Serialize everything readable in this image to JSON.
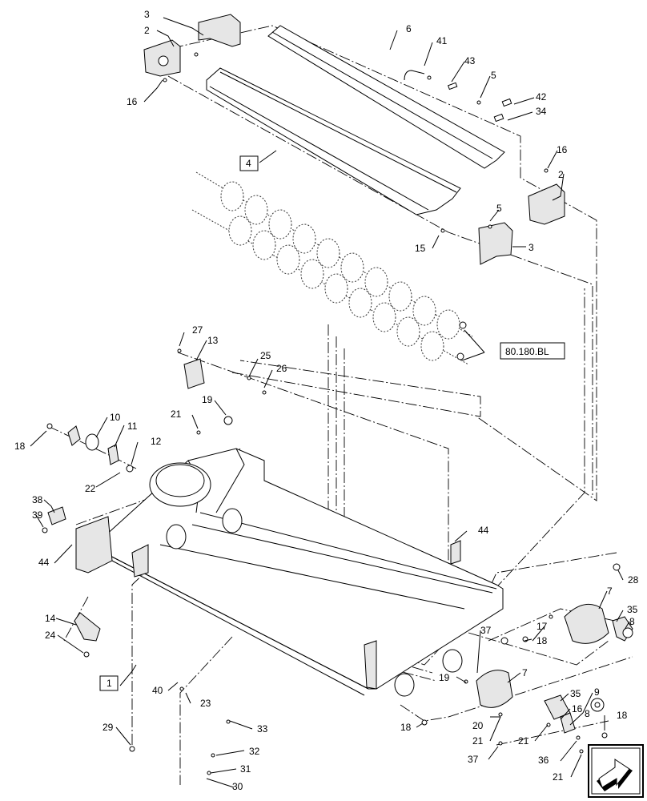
{
  "callouts": {
    "c3a": "3",
    "c2a": "2",
    "c16a": "16",
    "c6": "6",
    "c41": "41",
    "c43": "43",
    "c5a": "5",
    "c42": "42",
    "c34": "34",
    "c4": "4",
    "c16b": "16",
    "c2b": "2",
    "c5b": "5",
    "c3b": "3",
    "c15": "15",
    "ref": "80.180.BL",
    "c27": "27",
    "c13": "13",
    "c25": "25",
    "c26": "26",
    "c19a": "19",
    "c21a": "21",
    "c10": "10",
    "c11": "11",
    "c18a": "18",
    "c12": "12",
    "c22": "22",
    "c38": "38",
    "c39": "39",
    "c44a": "44",
    "c44b": "44",
    "c28": "28",
    "c14": "14",
    "c24": "24",
    "c1": "1",
    "c40": "40",
    "c23": "23",
    "c29": "29",
    "c33": "33",
    "c32": "32",
    "c31": "31",
    "c30": "30",
    "c7a": "7",
    "c35a": "35",
    "c8a": "8",
    "c17": "17",
    "c18b": "18",
    "c37a": "37",
    "c7b": "7",
    "c19b": "19",
    "c35b": "35",
    "c16c": "16",
    "c8b": "8",
    "c9": "9",
    "c18c": "18",
    "c20": "20",
    "c21b": "21",
    "c21c": "21",
    "c36": "36",
    "c21d": "21",
    "c18d": "18",
    "c37b": "37"
  },
  "nav_icon": "next-page-arrow-icon"
}
